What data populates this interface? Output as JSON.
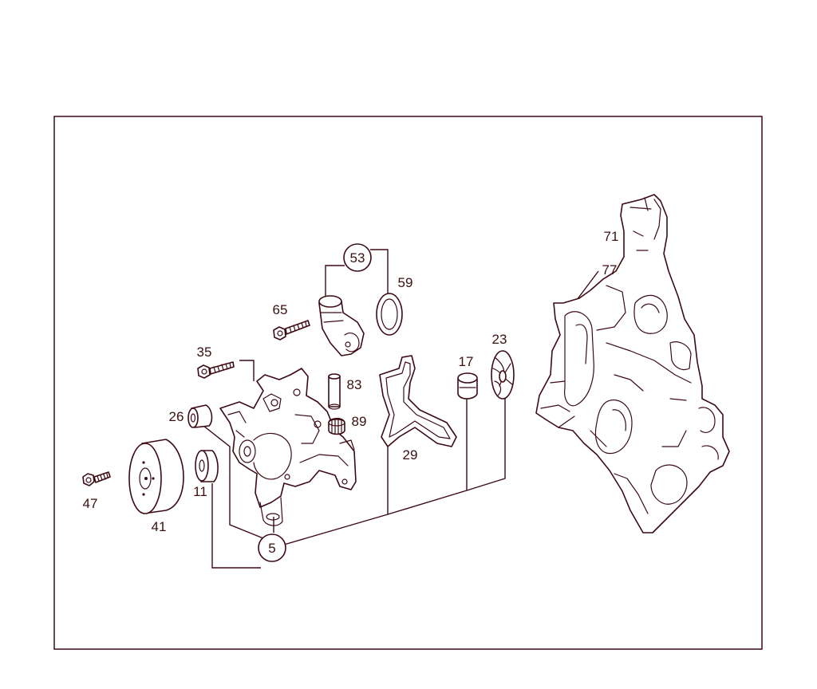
{
  "colors": {
    "line": "#3d0a14",
    "text": "#3a1010",
    "background": "#ffffff"
  },
  "callouts": {
    "p5": "5",
    "p11": "11",
    "p17": "17",
    "p23": "23",
    "p26": "26",
    "p29": "29",
    "p35": "35",
    "p41": "41",
    "p47": "47",
    "p53": "53",
    "p59": "59",
    "p65": "65",
    "p71": "71",
    "p77": "77",
    "p83": "83",
    "p89": "89"
  }
}
